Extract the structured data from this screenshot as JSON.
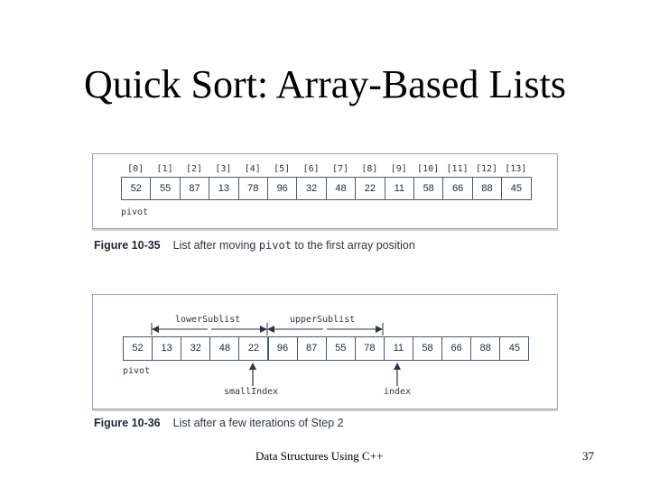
{
  "slide": {
    "title": "Quick Sort: Array-Based Lists",
    "footer_text": "Data Structures Using C++",
    "page_number": "37"
  },
  "figure1": {
    "indices": [
      "[0]",
      "[1]",
      "[2]",
      "[3]",
      "[4]",
      "[5]",
      "[6]",
      "[7]",
      "[8]",
      "[9]",
      "[10]",
      "[11]",
      "[12]",
      "[13]"
    ],
    "values": [
      "52",
      "55",
      "87",
      "13",
      "78",
      "96",
      "32",
      "48",
      "22",
      "11",
      "58",
      "66",
      "88",
      "45"
    ],
    "pivot_label": "pivot",
    "caption_number": "Figure 10-35",
    "caption_pre": "List after moving ",
    "caption_code": "pivot",
    "caption_post": " to the first array position"
  },
  "figure2": {
    "values": [
      "52",
      "13",
      "32",
      "48",
      "22",
      "96",
      "87",
      "55",
      "78",
      "11",
      "58",
      "66",
      "88",
      "45"
    ],
    "lower_label": "lowerSublist",
    "upper_label": "upperSublist",
    "pivot_label": "pivot",
    "small_index_label": "smallIndex",
    "index_label": "index",
    "caption_number": "Figure 10-36",
    "caption_text": "List after a few iterations of Step 2"
  }
}
